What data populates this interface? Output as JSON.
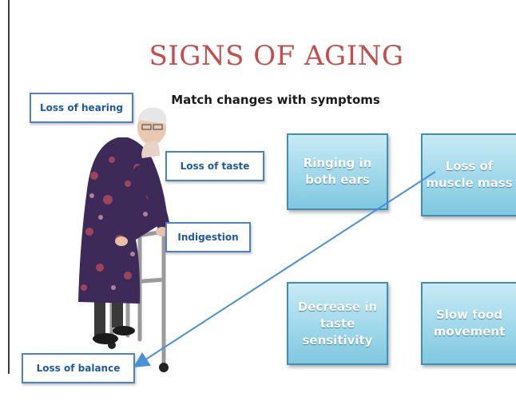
{
  "slide": {
    "title": "SIGNS OF AGING",
    "subtitle": "Match changes with symptoms"
  },
  "labels": {
    "hearing": "Loss of hearing",
    "taste": "Loss of taste",
    "indigestion": "Indigestion",
    "balance": "Loss of balance"
  },
  "cards": {
    "ringing": "Ringing in\nboth ears",
    "muscle": "Loss of\nmuscle mass",
    "taste_sensitivity": "Decrease in\ntaste\nsensitivity",
    "food": "Slow food\nmovement"
  },
  "colors": {
    "title": "#c0504d",
    "label_border": "#4f81bd",
    "label_text": "#1f5aa0",
    "card_fill": "#9fd8ea",
    "connector": "#4a90d9"
  },
  "connector": {
    "from": "muscle",
    "to": "balance"
  }
}
